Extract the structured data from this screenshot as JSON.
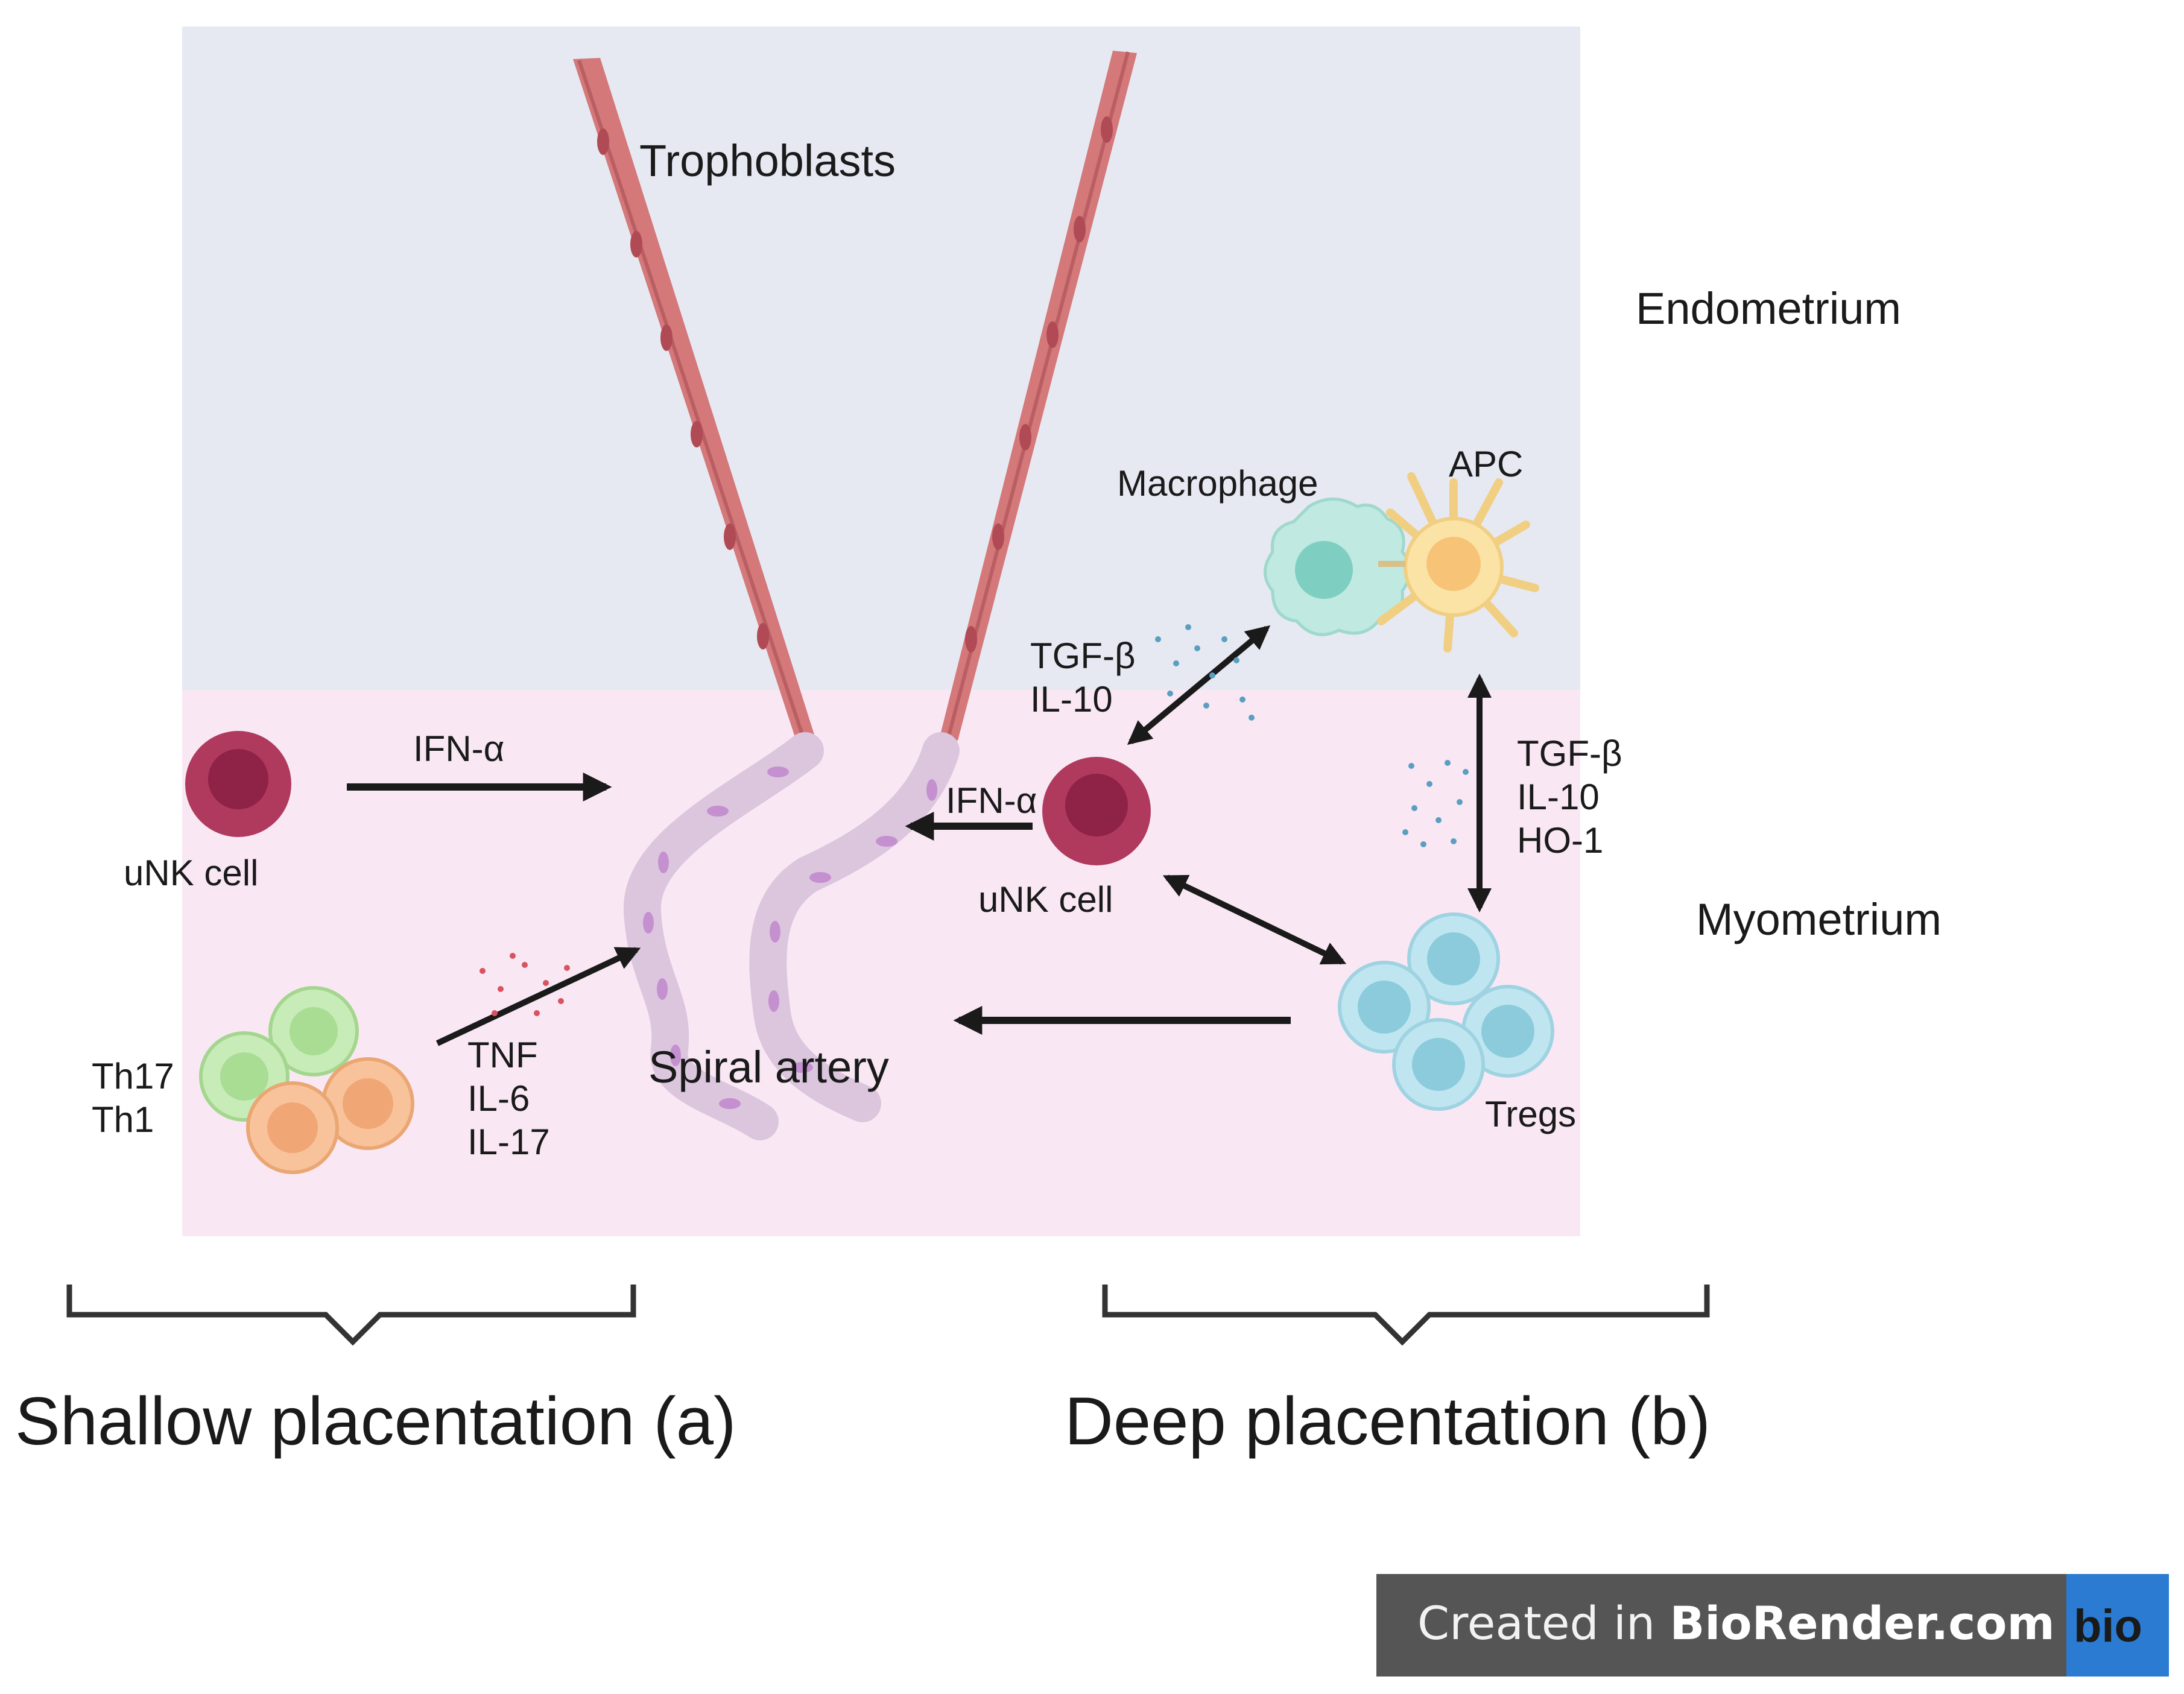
{
  "regions": {
    "endometrium": "Endometrium",
    "myometrium": "Myometrium"
  },
  "labels": {
    "trophoblasts": "Trophoblasts",
    "spiral_artery": "Spiral artery",
    "macrophage": "Macrophage",
    "apc": "APC",
    "unk_left": "uNK cell",
    "unk_right": "uNK cell",
    "th17": "Th17",
    "th1": "Th1",
    "tregs": "Tregs"
  },
  "cytokines": {
    "ifn_left": "IFN-α",
    "ifn_right": "IFN-α",
    "tnf_group": [
      "TNF",
      "IL-6",
      "IL-17"
    ],
    "mac_group": [
      "TGF-β",
      "IL-10"
    ],
    "treg_group": [
      "TGF-β",
      "IL-10",
      "HO-1"
    ]
  },
  "panels": {
    "a": "Shallow placentation (a)",
    "b": "Deep placentation (b)"
  },
  "watermark": {
    "prefix": "Created in ",
    "brand": "BioRender.com",
    "logo": "bio"
  },
  "colors": {
    "endometrium_bg": "#e6e9f2",
    "myometrium_bg": "#f9e8f4",
    "trophoblast": "#d4787a",
    "artery": "#dcc6de",
    "unk": "#b03a5e",
    "macrophage": "#a9e0d6",
    "apc": "#f7d98a",
    "treg": "#8fd1e3",
    "th17": "#b8e6a6",
    "th1": "#f6b489",
    "watermark_bg": "#555555",
    "watermark_logo": "#2a7bd1"
  }
}
